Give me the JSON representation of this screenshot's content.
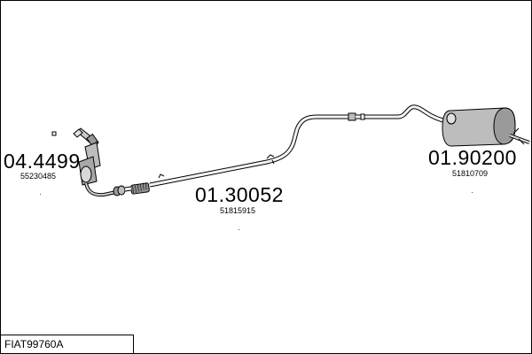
{
  "parts": [
    {
      "number": "04.4499",
      "oem": "55230485"
    },
    {
      "number": "01.30052",
      "oem": "51815915"
    },
    {
      "number": "01.90200",
      "oem": "51810709"
    }
  ],
  "vehicle_code": "FIAT99760A"
}
